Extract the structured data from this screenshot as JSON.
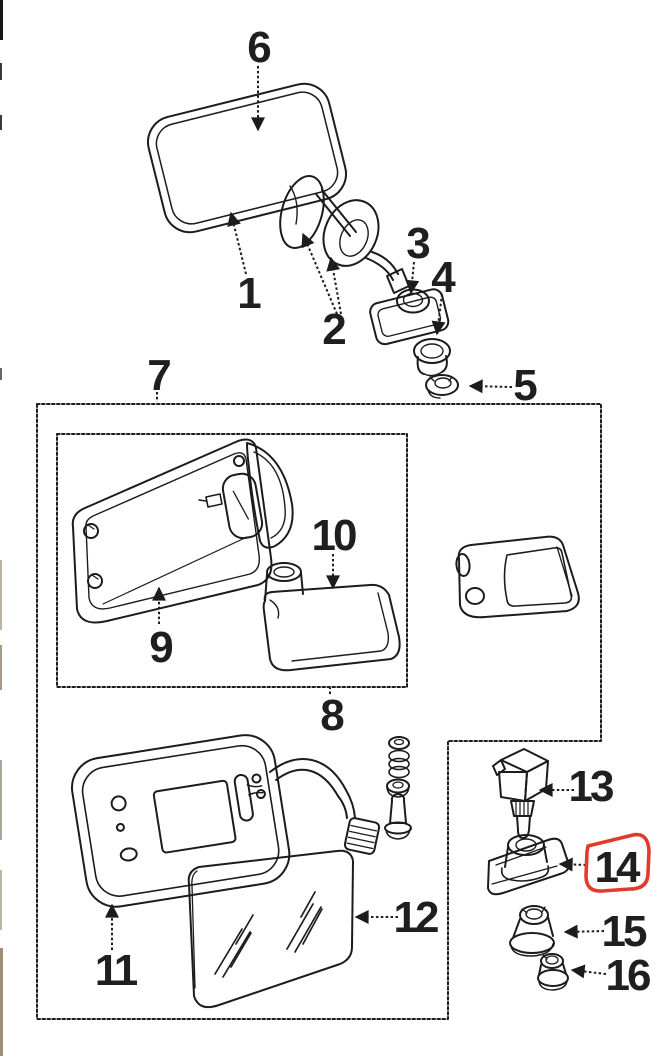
{
  "document": {
    "kind": "scanned exploded parts diagram",
    "subject": "door mirror assembly",
    "background_color": "#ffffff",
    "ink_color": "#1c1c1c"
  },
  "callouts": {
    "label_1": "1",
    "label_2": "2",
    "label_3": "3",
    "label_4": "4",
    "label_5": "5",
    "label_6": "6",
    "label_7": "7",
    "label_8": "8",
    "label_9": "9",
    "label_10": "10",
    "label_11": "11",
    "label_12": "12",
    "label_13": "13",
    "label_14": "14",
    "label_15": "15",
    "label_16": "16"
  },
  "annotation": {
    "highlighted_label": "14",
    "highlight_color": "#e23b2c",
    "highlight_shape": "freehand-circle"
  }
}
